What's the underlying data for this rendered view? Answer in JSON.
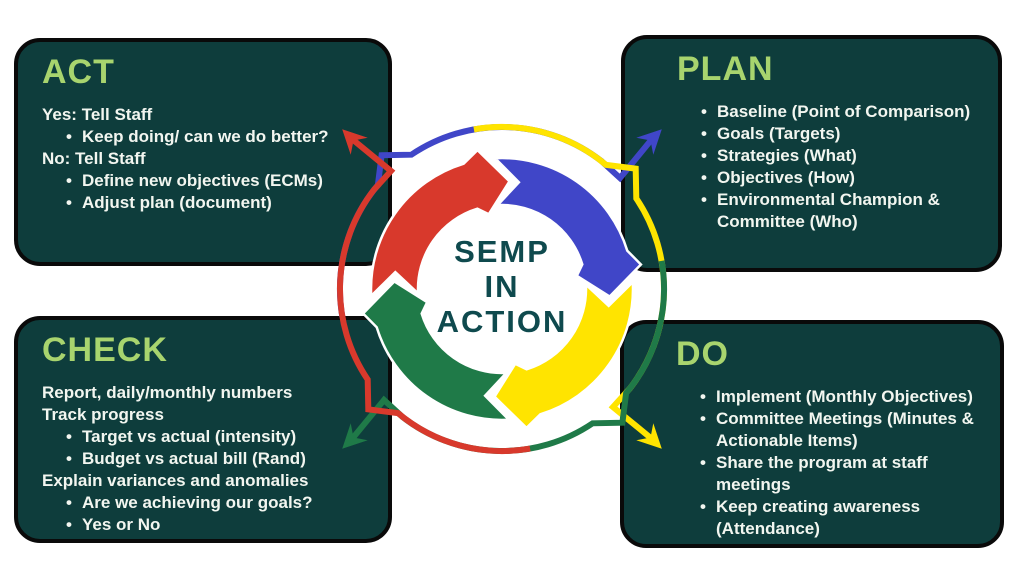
{
  "colors": {
    "red": "#d8392c",
    "blue": "#4046c8",
    "yellow": "#ffe400",
    "green": "#1f7a48",
    "panel_background": "#0e3d3c",
    "panel_border": "#0a0a0a",
    "heading_green": "#a8d46e",
    "body_text": "#f2f6f0",
    "center_text": "#0f4a4e",
    "page_background": "#ffffff"
  },
  "panels": {
    "act": {
      "title": "ACT",
      "lines": [
        {
          "text": "Yes: Tell Staff",
          "bullet": false
        },
        {
          "text": "Keep doing/ can we do better?",
          "bullet": true
        },
        {
          "text": "No: Tell Staff",
          "bullet": false
        },
        {
          "text": "Define new objectives (ECMs)",
          "bullet": true
        },
        {
          "text": "Adjust plan (document)",
          "bullet": true
        }
      ]
    },
    "plan": {
      "title": "PLAN",
      "lines": [
        {
          "text": "Baseline (Point of Comparison)",
          "bullet": true
        },
        {
          "text": "Goals (Targets)",
          "bullet": true
        },
        {
          "text": "Strategies (What)",
          "bullet": true
        },
        {
          "text": "Objectives (How)",
          "bullet": true
        },
        {
          "text": "Environmental Champion & Committee (Who)",
          "bullet": true
        }
      ]
    },
    "check": {
      "title": "CHECK",
      "lines": [
        {
          "text": "Report, daily/monthly numbers",
          "bullet": false
        },
        {
          "text": "Track progress",
          "bullet": false
        },
        {
          "text": "Target vs actual (intensity)",
          "bullet": true
        },
        {
          "text": "Budget vs actual bill (Rand)",
          "bullet": true
        },
        {
          "text": "Explain variances and anomalies",
          "bullet": false
        },
        {
          "text": "Are we achieving our goals?",
          "bullet": true
        },
        {
          "text": "Yes or No",
          "bullet": true
        }
      ]
    },
    "do": {
      "title": "DO",
      "lines": [
        {
          "text": "Implement (Monthly Objectives)",
          "bullet": true
        },
        {
          "text": "Committee Meetings (Minutes & Actionable Items)",
          "bullet": true
        },
        {
          "text": "Share the program at staff meetings",
          "bullet": true
        },
        {
          "text": "Keep creating awareness (Attendance)",
          "bullet": true
        }
      ]
    }
  },
  "center": {
    "line1": "SEMP",
    "line2": "IN",
    "line3": "ACTION"
  }
}
